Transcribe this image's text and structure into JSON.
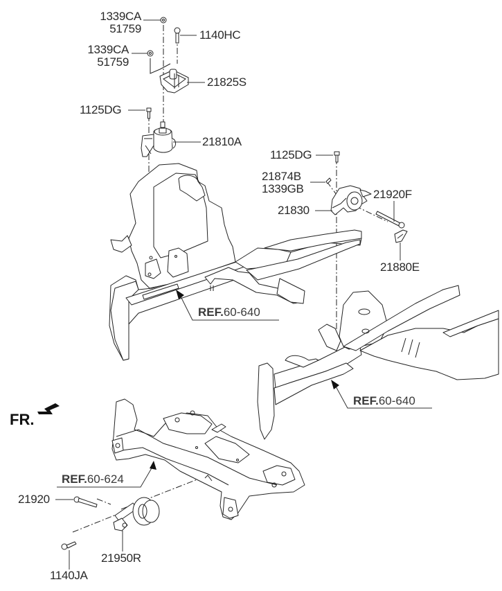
{
  "diagram": {
    "title": "Engine & Transaxle Mounting",
    "front_indicator": "FR.",
    "parts": [
      {
        "id": "p1339CA_a",
        "lines": [
          "1339CA",
          "51759"
        ]
      },
      {
        "id": "p1140HC",
        "lines": [
          "1140HC"
        ]
      },
      {
        "id": "p1339CA_b",
        "lines": [
          "1339CA",
          "51759"
        ]
      },
      {
        "id": "p21825S",
        "lines": [
          "21825S"
        ]
      },
      {
        "id": "p1125DG_a",
        "lines": [
          "1125DG"
        ]
      },
      {
        "id": "p21810A",
        "lines": [
          "21810A"
        ]
      },
      {
        "id": "p1125DG_b",
        "lines": [
          "1125DG"
        ]
      },
      {
        "id": "p21874B",
        "lines": [
          "21874B",
          "1339GB"
        ]
      },
      {
        "id": "p21920F",
        "lines": [
          "21920F"
        ]
      },
      {
        "id": "p21830",
        "lines": [
          "21830"
        ]
      },
      {
        "id": "p21880E",
        "lines": [
          "21880E"
        ]
      },
      {
        "id": "p21920",
        "lines": [
          "21920"
        ]
      },
      {
        "id": "p21950R",
        "lines": [
          "21950R"
        ]
      },
      {
        "id": "p1140JA",
        "lines": [
          "1140JA"
        ]
      }
    ],
    "references": [
      {
        "prefix": "REF.",
        "code": "60-640"
      },
      {
        "prefix": "REF.",
        "code": "60-640"
      },
      {
        "prefix": "REF.",
        "code": "60-624"
      }
    ]
  }
}
